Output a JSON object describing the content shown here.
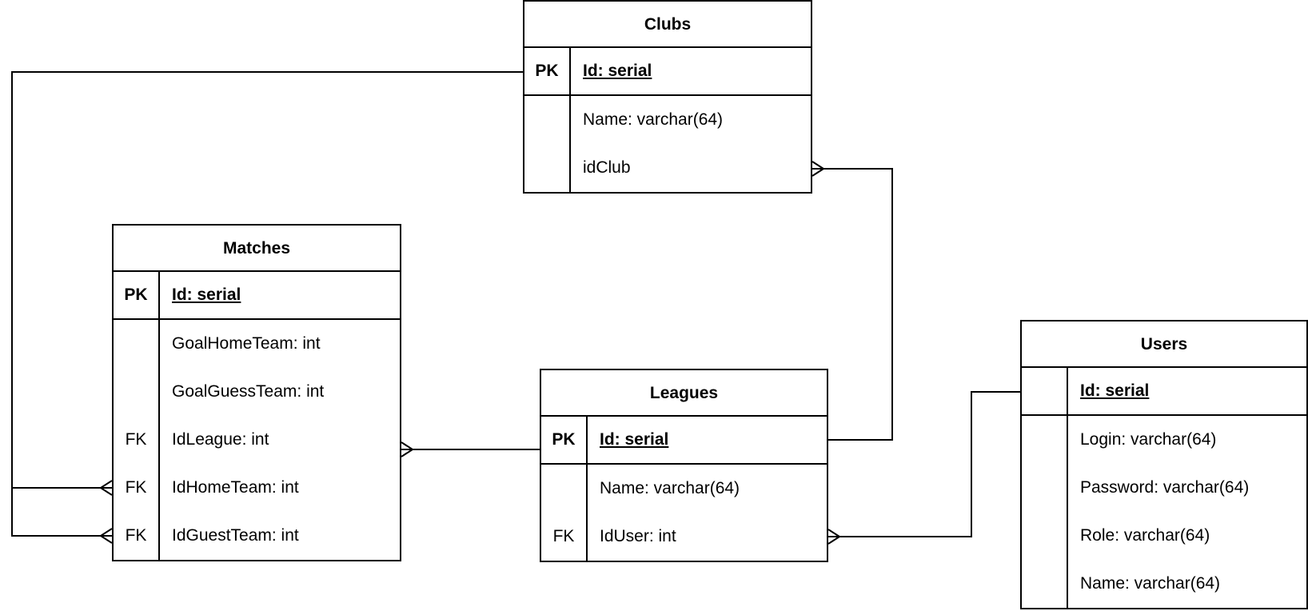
{
  "diagram": {
    "entities": [
      {
        "id": "clubs",
        "title": "Clubs",
        "key": {
          "marker": "PK",
          "label": "Id: serial"
        },
        "fields": [
          {
            "marker": "",
            "label": "Name: varchar(64)"
          },
          {
            "marker": "",
            "label": "idClub"
          }
        ]
      },
      {
        "id": "matches",
        "title": "Matches",
        "key": {
          "marker": "PK",
          "label": "Id: serial"
        },
        "fields": [
          {
            "marker": "",
            "label": "GoalHomeTeam: int"
          },
          {
            "marker": "",
            "label": "GoalGuessTeam: int"
          },
          {
            "marker": "FK",
            "label": "IdLeague: int"
          },
          {
            "marker": "FK",
            "label": "IdHomeTeam: int"
          },
          {
            "marker": "FK",
            "label": "IdGuestTeam: int"
          }
        ]
      },
      {
        "id": "leagues",
        "title": "Leagues",
        "key": {
          "marker": "PK",
          "label": "Id: serial"
        },
        "fields": [
          {
            "marker": "",
            "label": "Name: varchar(64)"
          },
          {
            "marker": "FK",
            "label": "IdUser: int"
          }
        ]
      },
      {
        "id": "users",
        "title": "Users",
        "key": {
          "marker": "",
          "label": "Id: serial"
        },
        "fields": [
          {
            "marker": "",
            "label": "Login: varchar(64)"
          },
          {
            "marker": "",
            "label": "Password: varchar(64)"
          },
          {
            "marker": "",
            "label": "Role: varchar(64)"
          },
          {
            "marker": "",
            "label": "Name: varchar(64)"
          }
        ]
      }
    ],
    "relations": [
      {
        "from": "clubs.Id",
        "to": "matches.IdHomeTeam",
        "cardinality": "one-to-many"
      },
      {
        "from": "clubs.Id",
        "to": "matches.IdGuestTeam",
        "cardinality": "one-to-many"
      },
      {
        "from": "leagues.Id",
        "to": "clubs.idClub",
        "cardinality": "one-to-many"
      },
      {
        "from": "leagues.Id",
        "to": "matches.IdLeague",
        "cardinality": "one-to-many"
      },
      {
        "from": "users.Id",
        "to": "leagues.IdUser",
        "cardinality": "one-to-many"
      }
    ]
  }
}
